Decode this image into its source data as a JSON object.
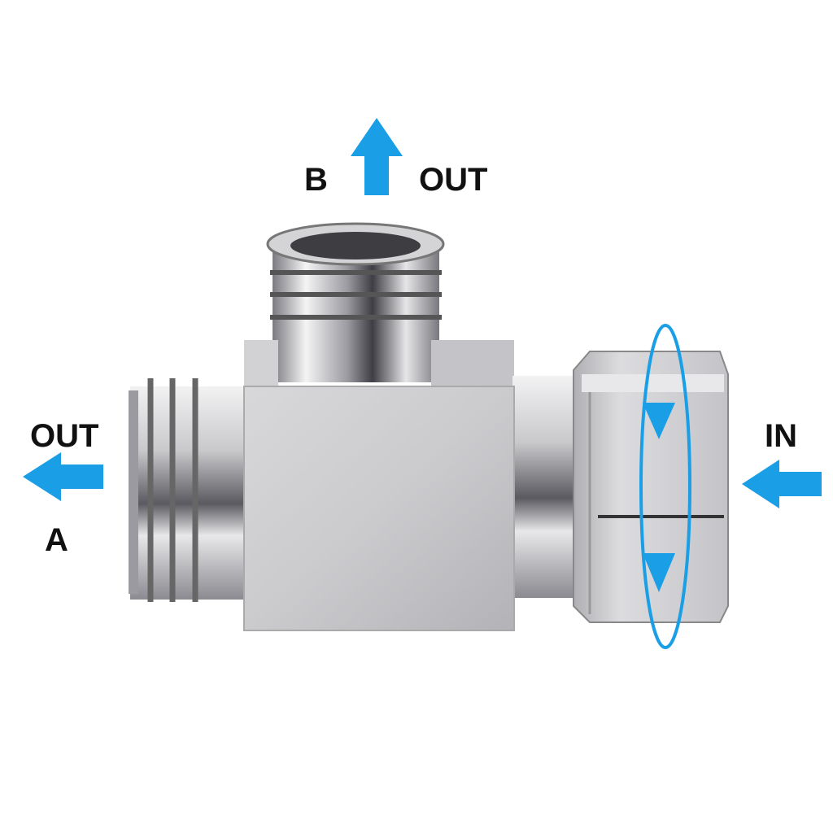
{
  "labels": {
    "b_port": "B",
    "b_out": "OUT",
    "a_out": "OUT",
    "a_port": "A",
    "in": "IN"
  },
  "colors": {
    "arrow": "#1a9fe6",
    "chrome_light": "#e6e6e8",
    "chrome_dark": "#4a4a4e"
  },
  "icons": [
    "arrow-up-icon",
    "arrow-left-icon",
    "arrow-left-in-icon",
    "rotation-ellipse-icon"
  ]
}
